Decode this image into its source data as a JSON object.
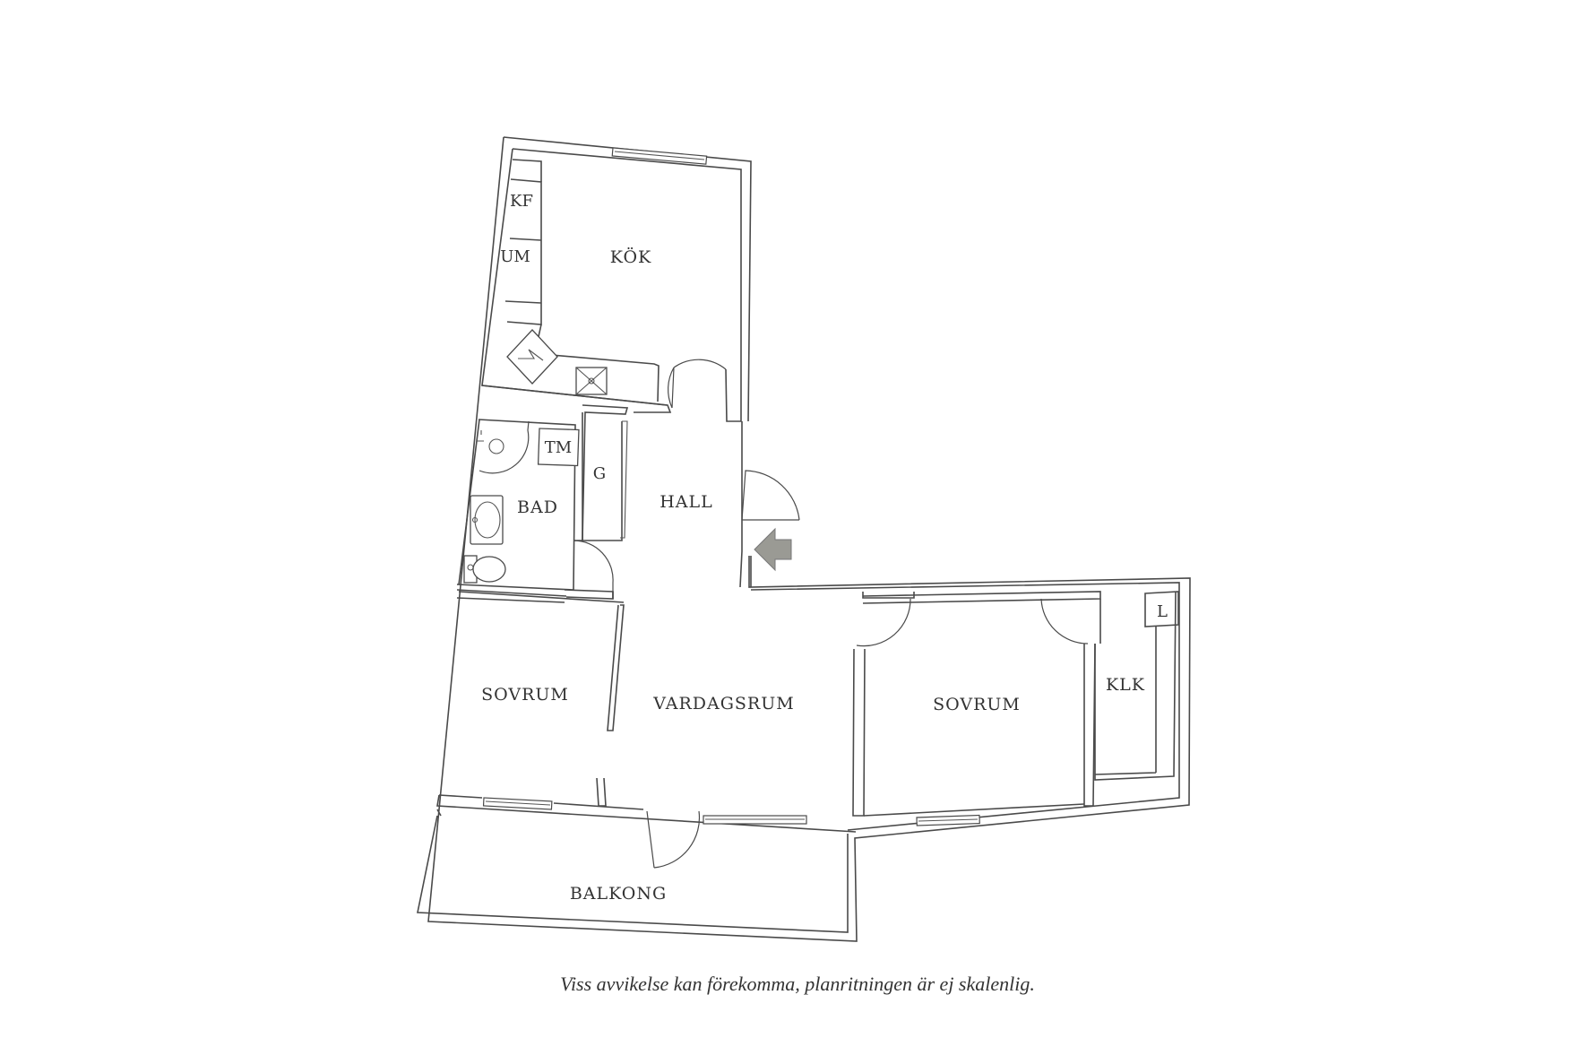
{
  "rooms": {
    "kok": "KÖK",
    "kf": "KF",
    "um": "UM",
    "tm": "TM",
    "bad": "BAD",
    "g": "G",
    "hall": "HALL",
    "sovrum_left": "SOVRUM",
    "vardagsrum": "VARDAGSRUM",
    "sovrum_right": "SOVRUM",
    "klk": "KLK",
    "l": "L",
    "balkong": "BALKONG"
  },
  "disclaimer": "Viss avvikelse kan förekomma, planritningen är ej skalenlig.",
  "icons": {
    "entrance": "entrance-arrow-icon",
    "stove": "stove-icon",
    "sink": "kitchen-sink-icon",
    "shower": "shower-icon",
    "washbasin": "washbasin-icon",
    "toilet": "toilet-icon"
  },
  "colors": {
    "wall": "#4a4a4a",
    "entrance_arrow": "#9a9a94"
  }
}
